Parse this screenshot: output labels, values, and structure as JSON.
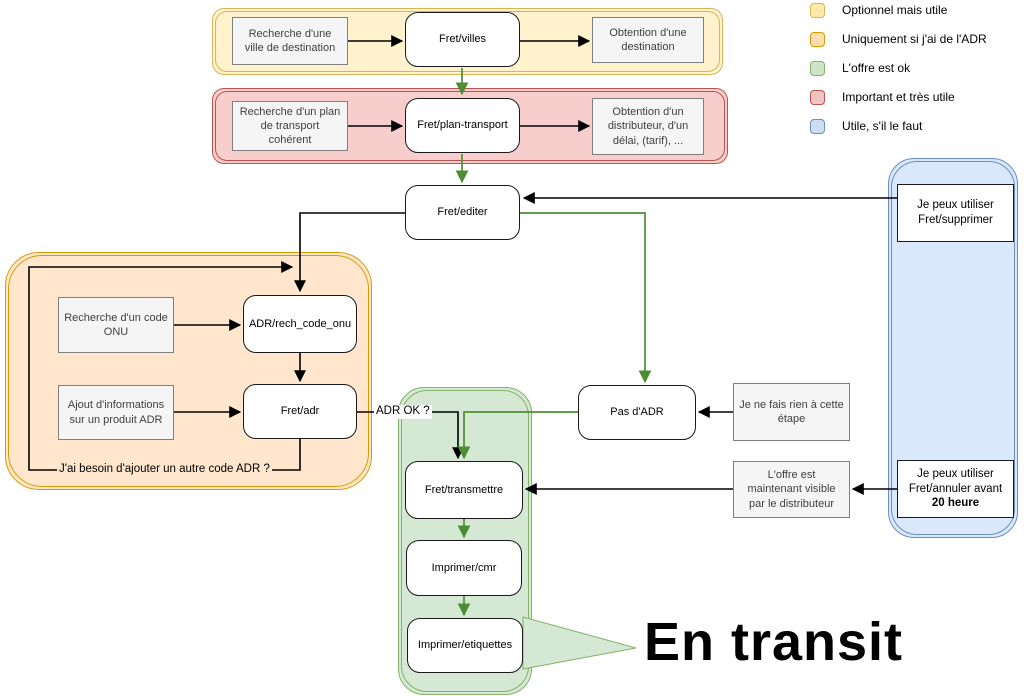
{
  "legend": {
    "items": [
      {
        "label": "Optionnel mais utile",
        "fill": "#ffe9a8",
        "border": "#d6b656"
      },
      {
        "label": "Uniquement si j'ai de l'ADR",
        "fill": "#ffddb3",
        "border": "#d79b00"
      },
      {
        "label": "L'offre est ok",
        "fill": "#cfe3c8",
        "border": "#82b366"
      },
      {
        "label": "Important et très utile",
        "fill": "#f3c3bf",
        "border": "#b85450"
      },
      {
        "label": "Utile, s'il le faut",
        "fill": "#cdddf2",
        "border": "#6c8ebf"
      }
    ]
  },
  "nodes": {
    "recherche_ville": "Recherche d'une ville de destination",
    "fret_villes": "Fret/villes",
    "obtention_destination": "Obtention d'une destination",
    "recherche_plan": "Recherche d'un plan de transport cohérent",
    "fret_plan_transport": "Fret/plan-transport",
    "obtention_distributeur": "Obtention d'un distributeur, d'un délai, (tarif), ...",
    "fret_editer": "Fret/editer",
    "recherche_code_onu": "Recherche d'un code ONU",
    "adr_rech_code_onu": "ADR/rech_code_onu",
    "ajout_informations": "Ajout d'informations sur un produit ADR",
    "fret_adr": "Fret/adr",
    "pas_adr": "Pas d'ADR",
    "je_ne_fais_rien": "Je ne fais rien à cette étape",
    "fret_transmettre": "Fret/transmettre",
    "imprimer_cmr": "Imprimer/cmr",
    "imprimer_etiquettes": "Imprimer/etiquettes",
    "offre_visible": "L'offre est maintenant visible par le distributeur",
    "fret_supprimer": "Je peux utiliser Fret/supprimer",
    "fret_annuler_prefix": "Je peux utiliser Fret/annuler avant ",
    "fret_annuler_bold": "20 heure"
  },
  "edge_labels": {
    "loop_adr": "J'ai besoin d'ajouter un autre code ADR ?",
    "adr_ok": "ADR OK ?"
  },
  "callout": {
    "text": "En transit"
  },
  "colors": {
    "arrow_black": "#000000",
    "arrow_green": "#4d8e35",
    "callout_fill": "#d5e8d4",
    "callout_border": "#82b366"
  }
}
